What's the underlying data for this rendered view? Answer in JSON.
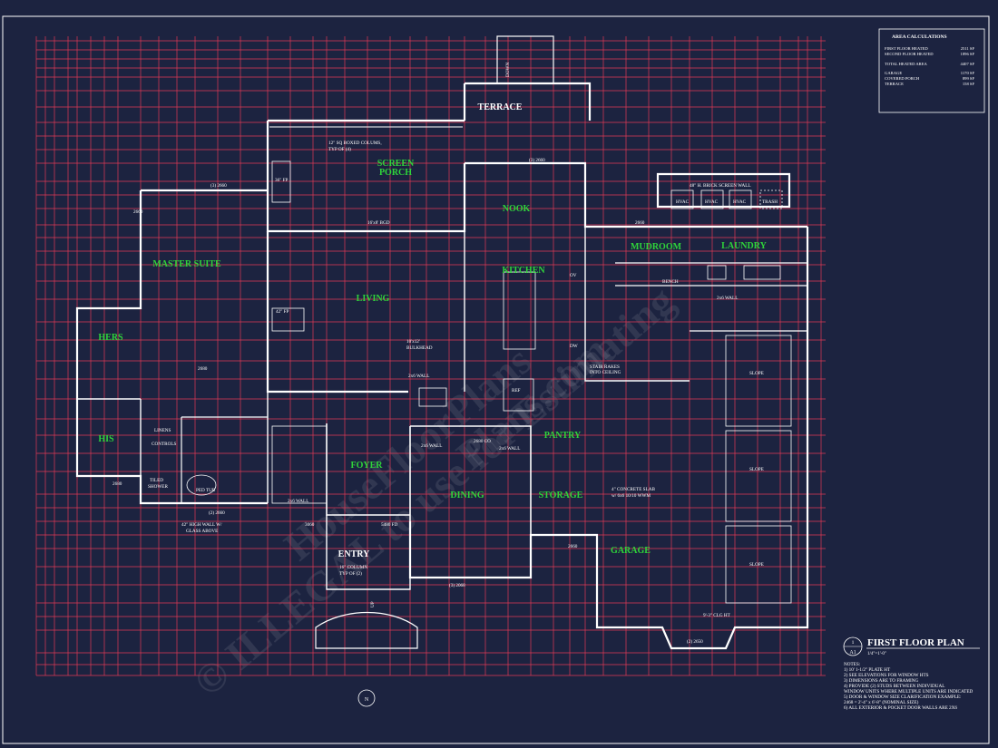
{
  "area_calculations": {
    "title": "AREA CALCULATIONS",
    "rows": [
      {
        "label": "FIRST FLOOR HEATED",
        "value": "2511 SF"
      },
      {
        "label": "SECOND FLOOR HEATED",
        "value": "1896 SF"
      },
      {
        "label": "TOTAL HEATED AREA",
        "value": "4407 SF"
      },
      {
        "label": "GARAGE",
        "value": "1170 SF"
      },
      {
        "label": "COVERED PORCH",
        "value": "899 SF"
      },
      {
        "label": "TERRACE",
        "value": "158 SF"
      }
    ]
  },
  "rooms": {
    "terrace": "TERRACE",
    "screen_porch_1": "SCREEN",
    "screen_porch_2": "PORCH",
    "nook": "NOOK",
    "master_suite": "MASTER SUITE",
    "living": "LIVING",
    "kitchen": "KITCHEN",
    "mudroom": "MUDROOM",
    "laundry": "LAUNDRY",
    "hers": "HERS",
    "his": "HIS",
    "foyer": "FOYER",
    "dining": "DINING",
    "pantry": "PANTRY",
    "storage": "STORAGE",
    "entry": "ENTRY",
    "garage": "GARAGE"
  },
  "annotations": {
    "columns_note_1": "12\" SQ BOXED COLUMS,",
    "columns_note_2": "TYP OF (4)",
    "brick_wall": "48\" H. BRICK SCREEN WALL",
    "hvac_1": "HVAC",
    "hvac_2": "HVAC",
    "hvac_3": "HVAC",
    "trash": "TRASH",
    "bench": "BENCH",
    "bulkhead_1": "10'x12'",
    "bulkhead_2": "BULKHEAD",
    "wall_2x6_living": "2x6 WALL",
    "wall_2x6_laundry": "2x6 WALL",
    "wall_2x6_dining": "2x6 WALL",
    "wall_2x6_pantry": "2x6 WALL",
    "wall_2x6_bath": "2x6 WALL",
    "stair_rakes_1": "STAIR RAKES",
    "stair_rakes_2": "INTO CEILING",
    "linens": "LINENS",
    "controls": "CONTROLS",
    "tiled_shower_1": "TILED",
    "tiled_shower_2": "SHOWER",
    "ped_tub": "PED TUB",
    "glass_wall_1": "42\" HIGH WALL W/",
    "glass_wall_2": "GLASS ABOVE",
    "column_note_1": "16\" COLUMN",
    "column_note_2": "TYP OF (2)",
    "concrete_1": "4\" CONCRETE SLAB",
    "concrete_2": "w/ 6x6 10/10 WWM",
    "clg_ht": "9'-3\" CLG HT",
    "ref": "REF",
    "ov": "OV",
    "dw": "DW",
    "fp_42": "42\" FP",
    "fp_36": "36\" FP",
    "bifold": "16'x8' BGD",
    "slope_1": "SLOPE",
    "slope_2": "SLOPE",
    "slope_3": "SLOPE",
    "door_2660_a": "2660",
    "door_2660_b": "2660",
    "door_2660_c": "2660",
    "door_2680_a": "2680",
    "door_2680_b": "2680",
    "door_2068_a": "(3) 2068",
    "door_3060": "3060",
    "door_5480": "5480 FD",
    "door_2680co": "2680 CO",
    "door_2650": "(2) 2650",
    "door_2660_pair": "(2) 2660",
    "door_3_2660_a": "(3) 2660",
    "door_3_2660_b": "(3) 2660",
    "down": "DOWN",
    "up": "UP"
  },
  "title_block": {
    "title": "FIRST FLOOR PLAN",
    "scale": "1/4\"=1'-0\"",
    "sheet_top": "1",
    "sheet_bottom": "A1",
    "north": "N"
  },
  "notes": {
    "heading": "NOTES:",
    "lines": [
      "1) 10' 1-1/2\" PLATE HT",
      "2) SEE ELEVATIONS FOR WINDOW HTS",
      "3) DIMENSIONS ARE TO FRAMING",
      "4) PROVIDE (2) STUDS BETWEEN INDIVIDUAL",
      "WINDOW UNITS WHERE MULTIPLE UNITS ARE INDICATED",
      "5) DOOR & WINDOW SIZE CLARIFICATION EXAMPLE:",
      "2468 = 2'-4\" x 6'-8\" (NOMINAL SIZE)",
      "6) ALL EXTERIOR & POCKET DOOR WALLS ARE 2X6"
    ]
  },
  "watermark": {
    "line_1": "© ILLEGAL to use for Estimating",
    "line_2": "Plans.com",
    "line_3": "HouseFloorPlans"
  },
  "colors": {
    "background": "#1c2340",
    "dimension": "#e23a55",
    "wall": "#ffffff",
    "room_label": "#2fd43a"
  }
}
